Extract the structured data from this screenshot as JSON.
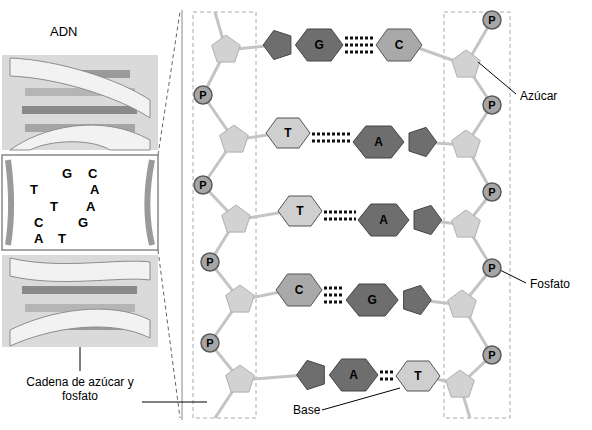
{
  "diagram": {
    "title": "ADN",
    "nodes": [
      {
        "text": [
          "P"
        ]
      },
      {
        "text": [
          "G"
        ]
      },
      {
        "text": [
          "C"
        ]
      },
      {
        "text": [
          "P"
        ]
      },
      {
        "text": [
          "P"
        ]
      },
      {
        "text": [
          "T"
        ]
      },
      {
        "text": [
          "A"
        ]
      },
      {
        "text": [
          "P"
        ]
      },
      {
        "text": [
          "P"
        ]
      },
      {
        "text": [
          "T"
        ]
      },
      {
        "text": [
          "A"
        ]
      },
      {
        "text": [
          "P"
        ]
      },
      {
        "text": [
          "P"
        ]
      },
      {
        "text": [
          "C"
        ]
      },
      {
        "text": [
          "G"
        ]
      },
      {
        "text": [
          "P"
        ]
      },
      {
        "text": [
          "P"
        ]
      },
      {
        "text": [
          "A"
        ]
      },
      {
        "text": [
          "T"
        ]
      }
    ],
    "edges": [
      {
        "from": 1,
        "to": 2,
        "arrow": "none"
      },
      {
        "from": 5,
        "to": 6,
        "arrow": "none"
      },
      {
        "from": 9,
        "to": 10,
        "arrow": "none"
      },
      {
        "from": 13,
        "to": 14,
        "arrow": "none"
      },
      {
        "from": 17,
        "to": 18,
        "arrow": "none"
      }
    ],
    "labels": [
      "G",
      "C",
      "T",
      "A",
      "T",
      "A",
      "C",
      "G",
      "A",
      "T",
      "Azúcar",
      "Fosfato",
      "Cadena de azúcar y fosfato",
      "Base"
    ]
  }
}
